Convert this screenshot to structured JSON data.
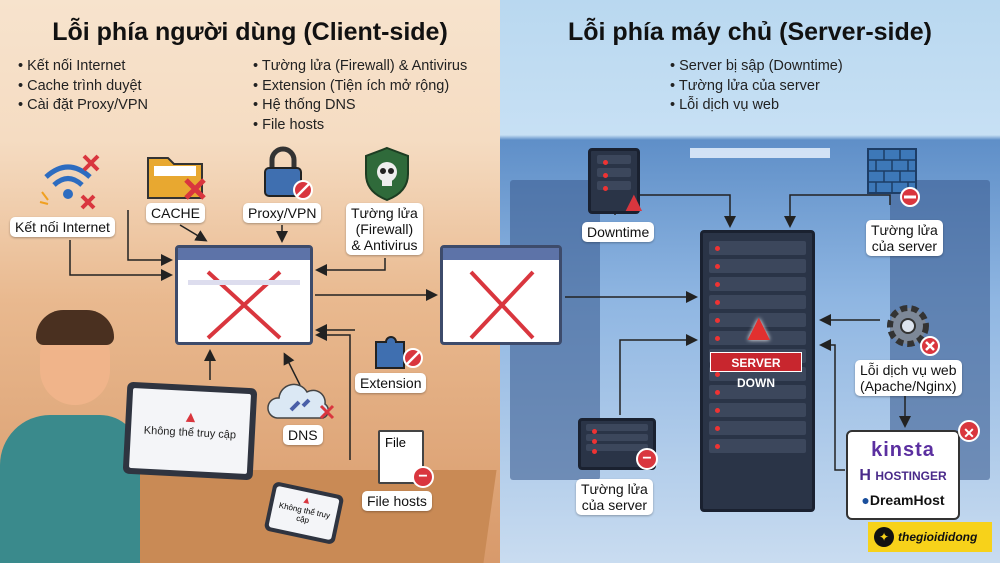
{
  "client": {
    "title": "Lỗi phía người dùng (Client-side)",
    "bullets_col1": [
      "Kết nối Internet",
      "Cache trình duyệt",
      "Cài đặt Proxy/VPN"
    ],
    "bullets_col2": [
      "Tường lửa (Firewall) & Antivirus",
      "Extension (Tiện ích mở rộng)",
      "Hệ thống DNS",
      "File hosts"
    ],
    "labels": {
      "internet": "Kết nối Internet",
      "cache": "CACHE",
      "proxy": "Proxy/VPN",
      "firewall": "Tường lửa\n(Firewall)\n& Antivirus",
      "extension": "Extension",
      "dns": "DNS",
      "file_icon": "File",
      "file_hosts": "File hosts"
    },
    "laptop_message": "Không thể truy cập",
    "phone_message": "Không thể truy cập"
  },
  "server": {
    "title": "Lỗi phía máy chủ (Server-side)",
    "bullets": [
      "Server bị sập (Downtime)",
      "Tường lửa của server",
      "Lỗi dịch vụ web"
    ],
    "labels": {
      "downtime": "Downtime",
      "firewall_top": "Tường lửa\ncủa server",
      "web_service": "Lỗi dịch vụ web\n(Apache/Nginx)",
      "firewall_bottom": "Tường lửa\ncủa server"
    },
    "server_down": "SERVER DOWN",
    "hosts": [
      "KINSTA",
      "HOSTINGER",
      "DreamHost"
    ]
  },
  "watermark": "thegioididong",
  "colors": {
    "error_red": "#d9363e",
    "client_bg": "#f5dcc2",
    "server_bg": "#c7e0f4",
    "kinsta": "#5b2fa0",
    "watermark_bg": "#f7d21a"
  }
}
